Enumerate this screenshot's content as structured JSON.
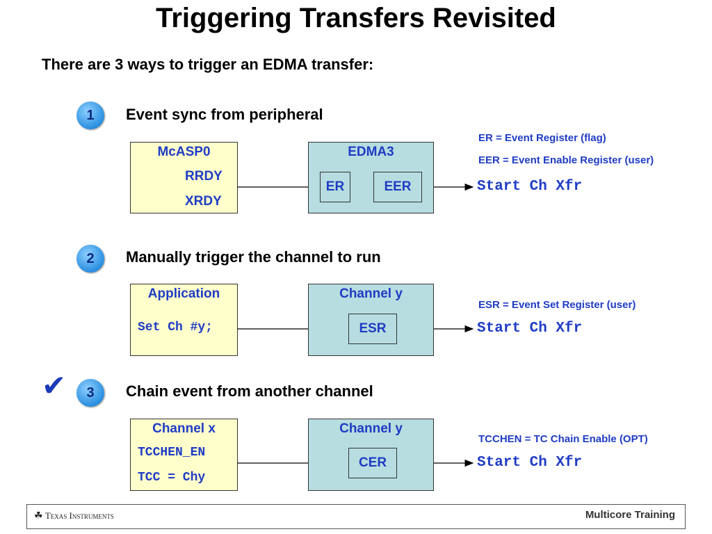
{
  "title": "Triggering Transfers Revisited",
  "subtitle": "There are 3 ways to trigger an EDMA transfer:",
  "steps": [
    {
      "number": "1",
      "label": "Event sync from peripheral",
      "source_title": "McASP0",
      "source_lines": [
        "RRDY",
        "XRDY"
      ],
      "target_title": "EDMA3",
      "registers": [
        "ER",
        "EER"
      ],
      "notes": [
        "ER = Event Register (flag)",
        "EER = Event Enable Register (user)"
      ],
      "result": "Start Ch Xfr"
    },
    {
      "number": "2",
      "label": "Manually trigger the channel to run",
      "source_title": "Application",
      "source_lines": [
        "Set Ch #y;"
      ],
      "target_title": "Channel y",
      "registers": [
        "ESR"
      ],
      "notes": [
        "ESR = Event Set Register (user)"
      ],
      "result": "Start Ch Xfr"
    },
    {
      "number": "3",
      "label": "Chain event from another channel",
      "source_title": "Channel x",
      "source_lines": [
        "TCCHEN_EN",
        "TCC = Chy"
      ],
      "target_title": "Channel y",
      "registers": [
        "CER"
      ],
      "notes": [
        "TCCHEN = TC Chain Enable (OPT)"
      ],
      "result": "Start Ch Xfr"
    }
  ],
  "check_mark": "✔",
  "footer": {
    "left": "Texas Instruments",
    "right": "Multicore Training"
  },
  "colors": {
    "accent_blue": "#1f3cc4",
    "source_box": "#ffffcc",
    "target_box": "#b7dde0"
  }
}
